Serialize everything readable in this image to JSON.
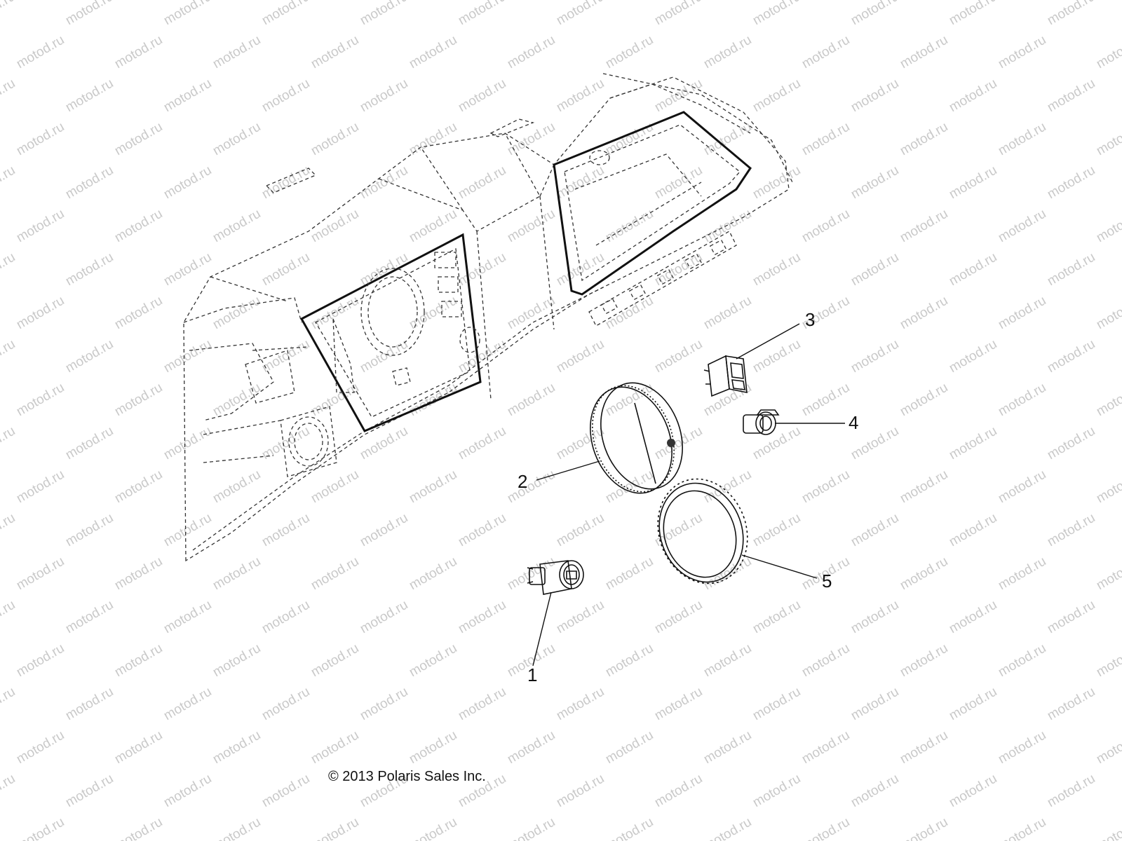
{
  "watermark": "motod.ru",
  "copyright": "© 2013 Polaris Sales Inc.",
  "callouts": [
    {
      "id": "1",
      "label": "1"
    },
    {
      "id": "2",
      "label": "2"
    },
    {
      "id": "3",
      "label": "3"
    },
    {
      "id": "4",
      "label": "4"
    },
    {
      "id": "5",
      "label": "5"
    }
  ],
  "icons": {
    "dashboard": "dashboard-assembly-icon",
    "part1": "ignition-switch-icon",
    "part2": "speedometer-gauge-icon",
    "part3": "rocker-switch-icon",
    "part4": "power-outlet-icon",
    "part5": "gauge-retaining-ring-icon"
  }
}
